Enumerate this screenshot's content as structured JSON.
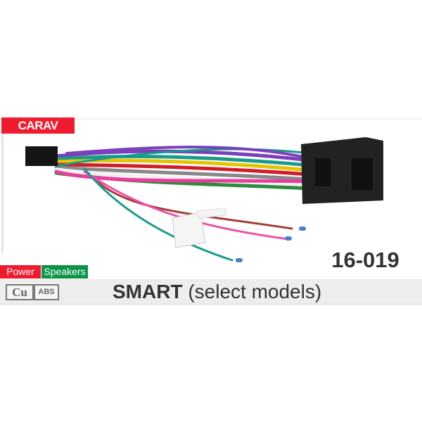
{
  "brand": "CARAV",
  "product_code": "16-019",
  "tags": {
    "power": "Power",
    "speakers": "Speakers"
  },
  "materials": {
    "cu": "Cu",
    "abs": "ABS"
  },
  "title": {
    "model": "SMART",
    "note": "(select models)"
  },
  "colors": {
    "brand_red": "#ee1c2e",
    "speakers_green": "#0a9447"
  }
}
